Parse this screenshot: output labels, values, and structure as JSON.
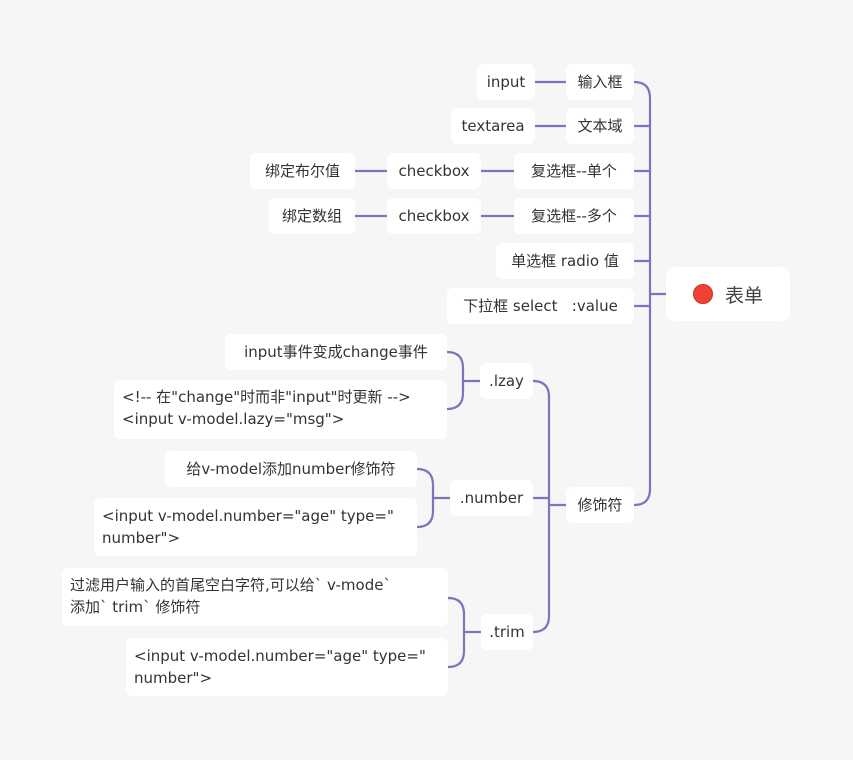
{
  "colors": {
    "line": "#7c75be",
    "background": "#f6f6f6",
    "root_dot": "#f04134"
  },
  "root": {
    "icon": "red-dot-icon",
    "label": "表单"
  },
  "branches": {
    "input": {
      "label": "输入框",
      "child": "input"
    },
    "textarea": {
      "label": "文本域",
      "child": "textarea"
    },
    "checkbox_single": {
      "label": "复选框--单个",
      "child": "checkbox",
      "leaf": "绑定布尔值"
    },
    "checkbox_multi": {
      "label": "复选框--多个",
      "child": "checkbox",
      "leaf": "绑定数组"
    },
    "radio": {
      "label": "单选框 radio 值"
    },
    "select": {
      "label": "下拉框 select   :value"
    },
    "modifiers": {
      "label": "修饰符",
      "lazy": {
        "label": ".lzay",
        "desc": "input事件变成change事件",
        "code_line1": "<!-- 在\"change\"时而非\"input\"时更新 -->",
        "code_line2": "<input v-model.lazy=\"msg\">"
      },
      "number": {
        "label": ".number",
        "desc": "给v-model添加number修饰符",
        "code_line1": "<input v-model.number=\"age\" type=\"",
        "code_line2": "number\">"
      },
      "trim": {
        "label": ".trim",
        "desc_line1": "过滤用户输入的首尾空白字符,可以给` v-mode`",
        "desc_line2": "添加` trim` 修饰符",
        "code_line1": "<input v-model.number=\"age\" type=\"",
        "code_line2": "number\">"
      }
    }
  }
}
